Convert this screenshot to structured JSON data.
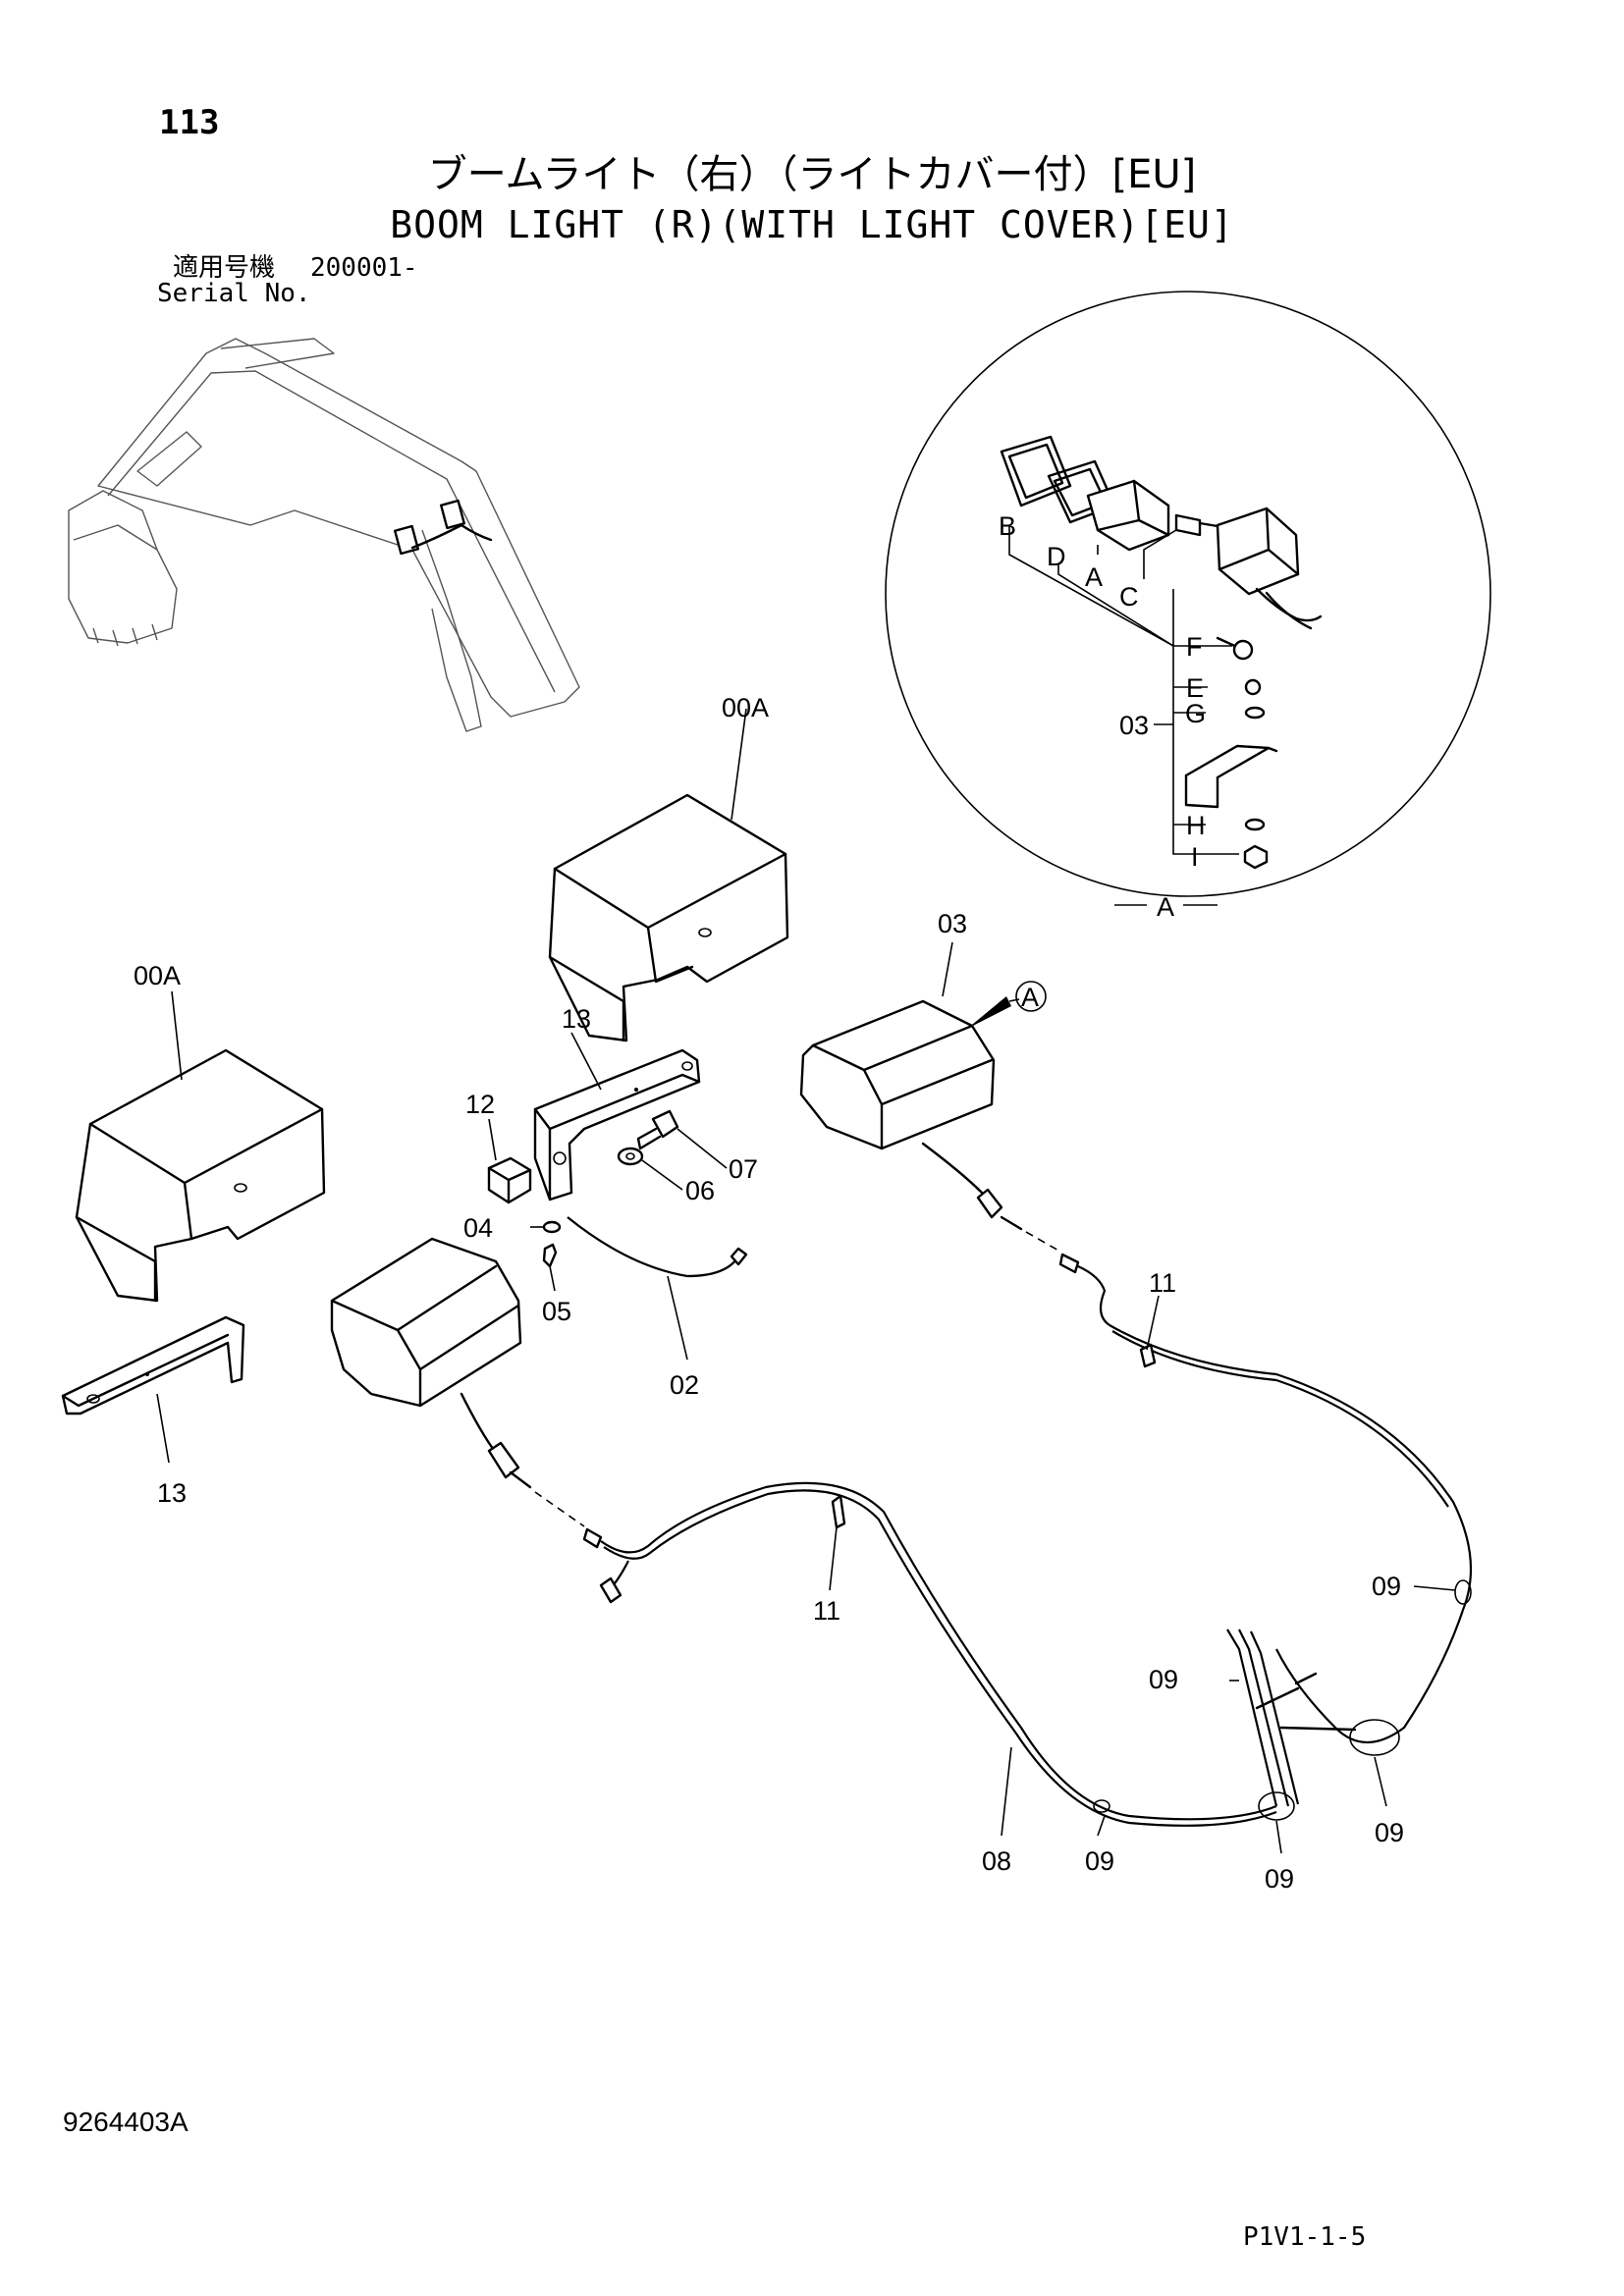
{
  "header": {
    "page_number": "113",
    "title_jp": "ブームライト（右）（ライトカバー付）[EU]",
    "title_en": "BOOM LIGHT (R)(WITH LIGHT COVER)[EU]"
  },
  "serial": {
    "label_jp": "適用号機",
    "value": "200001-",
    "label_en": "Serial No."
  },
  "callouts": {
    "cover_top": "00A",
    "cover_left": "00A",
    "lamp_right": "03",
    "detail_ref": "A",
    "bracket_upper": "13",
    "bracket_lower": "13",
    "block": "12",
    "bolt": "07",
    "washer": "06",
    "lockwasher": "04",
    "screw": "05",
    "harness_short": "02",
    "clip_right": "11",
    "clip_left": "11",
    "harness_main": "08",
    "band_1": "09",
    "band_2": "09",
    "band_3": "09",
    "band_4": "09",
    "band_5": "09"
  },
  "detail": {
    "B": "B",
    "D": "D",
    "A": "A",
    "C": "C",
    "F": "F",
    "E": "E",
    "G": "G",
    "assy": "03",
    "H": "H",
    "I": "I",
    "ref": "A"
  },
  "footer": {
    "doc_number": "9264403A",
    "page_code": "P1V1-1-5"
  }
}
